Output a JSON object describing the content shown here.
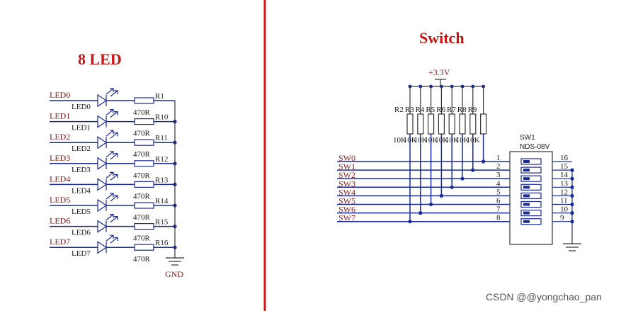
{
  "left_panel": {
    "title": "8 LED",
    "leds": [
      {
        "net": "LED0",
        "label": "LED0",
        "resistor": "R1",
        "value": "470R"
      },
      {
        "net": "LED1",
        "label": "LED1",
        "resistor": "R10",
        "value": "470R"
      },
      {
        "net": "LED2",
        "label": "LED2",
        "resistor": "R11",
        "value": "470R"
      },
      {
        "net": "LED3",
        "label": "LED3",
        "resistor": "R12",
        "value": "470R"
      },
      {
        "net": "LED4",
        "label": "LED4",
        "resistor": "R13",
        "value": "470R"
      },
      {
        "net": "LED5",
        "label": "LED5",
        "resistor": "R14",
        "value": "470R"
      },
      {
        "net": "LED6",
        "label": "LED6",
        "resistor": "R15",
        "value": "470R"
      },
      {
        "net": "LED7",
        "label": "LED7",
        "resistor": "R16",
        "value": "470R"
      }
    ],
    "ground_label": "GND"
  },
  "right_panel": {
    "title": "Switch",
    "supply_label": "+3.3V",
    "pullups": [
      {
        "ref": "R2",
        "value": "10K"
      },
      {
        "ref": "R3",
        "value": "10K"
      },
      {
        "ref": "R4",
        "value": "10K"
      },
      {
        "ref": "R5",
        "value": "10K"
      },
      {
        "ref": "R6",
        "value": "10K"
      },
      {
        "ref": "R7",
        "value": "10K"
      },
      {
        "ref": "R8",
        "value": "10K"
      },
      {
        "ref": "R9",
        "value": "10K"
      }
    ],
    "switch_ref": "SW1",
    "switch_part": "NDS-08V",
    "nets": [
      "SW0",
      "SW1",
      "SW2",
      "SW3",
      "SW4",
      "SW5",
      "SW6",
      "SW7"
    ],
    "left_pins": [
      "1",
      "2",
      "3",
      "4",
      "5",
      "6",
      "7",
      "8"
    ],
    "right_pins": [
      "16",
      "15",
      "14",
      "13",
      "12",
      "11",
      "10",
      "9"
    ]
  },
  "divider_color": "#dd1111",
  "watermark": "CSDN @@yongchao_pan"
}
